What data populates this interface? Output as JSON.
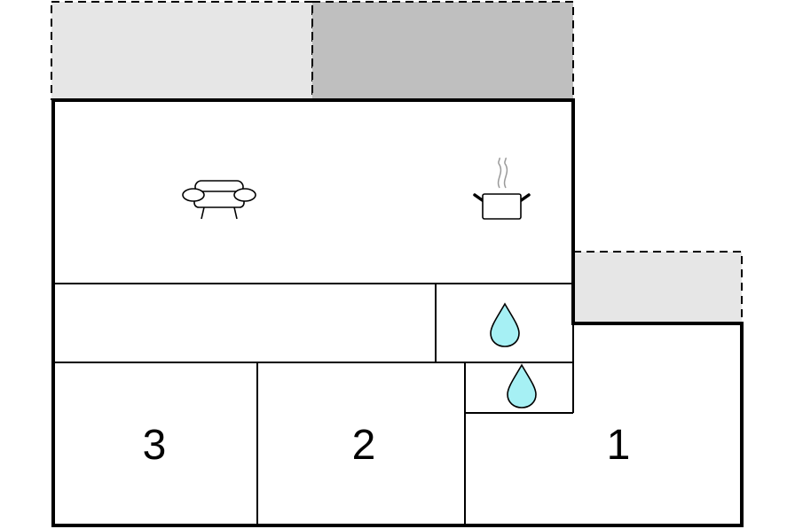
{
  "floorplan": {
    "colors": {
      "wall": "#000000",
      "terrace_light": "#e6e6e6",
      "terrace_dark": "#bfbfbf",
      "water": "#a6f0f4",
      "icon_stroke": "#000000",
      "steam": "#9a9a9a"
    },
    "areas": [
      {
        "id": "terrace-left",
        "kind": "terrace"
      },
      {
        "id": "terrace-right",
        "kind": "terrace-covered"
      },
      {
        "id": "terrace-side",
        "kind": "terrace"
      },
      {
        "id": "living-kitchen",
        "icons": [
          "sofa-icon",
          "cooking-pot-icon"
        ]
      },
      {
        "id": "hallway"
      },
      {
        "id": "bathroom-1",
        "icons": [
          "water-drop-icon"
        ]
      },
      {
        "id": "bathroom-2",
        "icons": [
          "water-drop-icon"
        ]
      }
    ],
    "bedrooms": [
      {
        "id": "bedroom-3",
        "label": "3"
      },
      {
        "id": "bedroom-2",
        "label": "2"
      },
      {
        "id": "bedroom-1",
        "label": "1"
      }
    ]
  }
}
